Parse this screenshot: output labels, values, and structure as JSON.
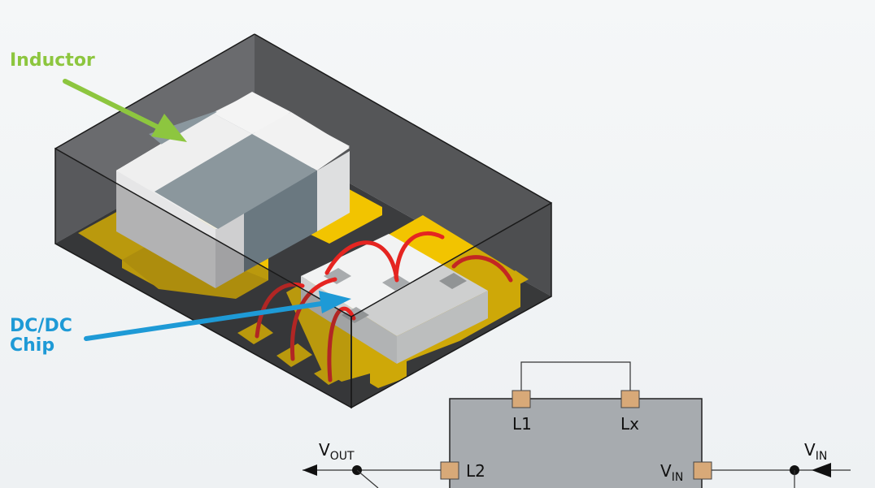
{
  "labels": {
    "inductor": "Inductor",
    "dcdc_line1": "DC/DC",
    "dcdc_line2": "Chip"
  },
  "schematic": {
    "pin_l1": "L1",
    "pin_lx": "Lx",
    "pin_l2": "L2",
    "pin_vin_main": "V",
    "pin_vin_sub": "IN",
    "vout_main": "V",
    "vout_sub": "OUT",
    "vin_main": "V",
    "vin_sub": "IN"
  },
  "colors": {
    "inductor_label": "#8dc63f",
    "dcdc_label": "#1e9ad6",
    "pad_gold": "#f2c400",
    "wire_red": "#e52521",
    "package_dark": "#4a4b4d",
    "chip_box": "#a7abaf",
    "pin_tan": "#d8a978"
  }
}
